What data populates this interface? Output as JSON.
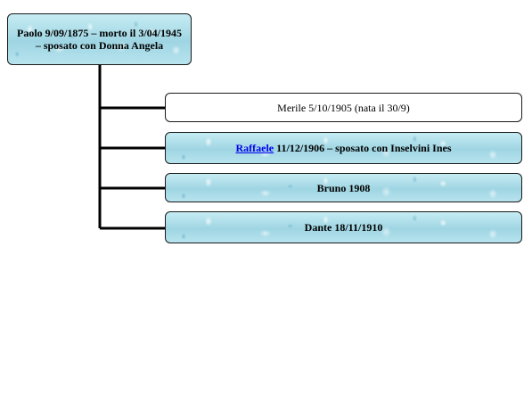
{
  "root": {
    "label": "Paolo 9/09/1875 – morto il 3/04/1945 – sposato con Donna Angela"
  },
  "children": [
    {
      "label": "Merile 5/10/1905 (nata il 30/9)"
    },
    {
      "link_text": "Raffaele",
      "label_rest": " 11/12/1906 – sposato con Inselvini Ines"
    },
    {
      "label": "Bruno 1908"
    },
    {
      "label": "Dante 18/11/1910"
    }
  ]
}
